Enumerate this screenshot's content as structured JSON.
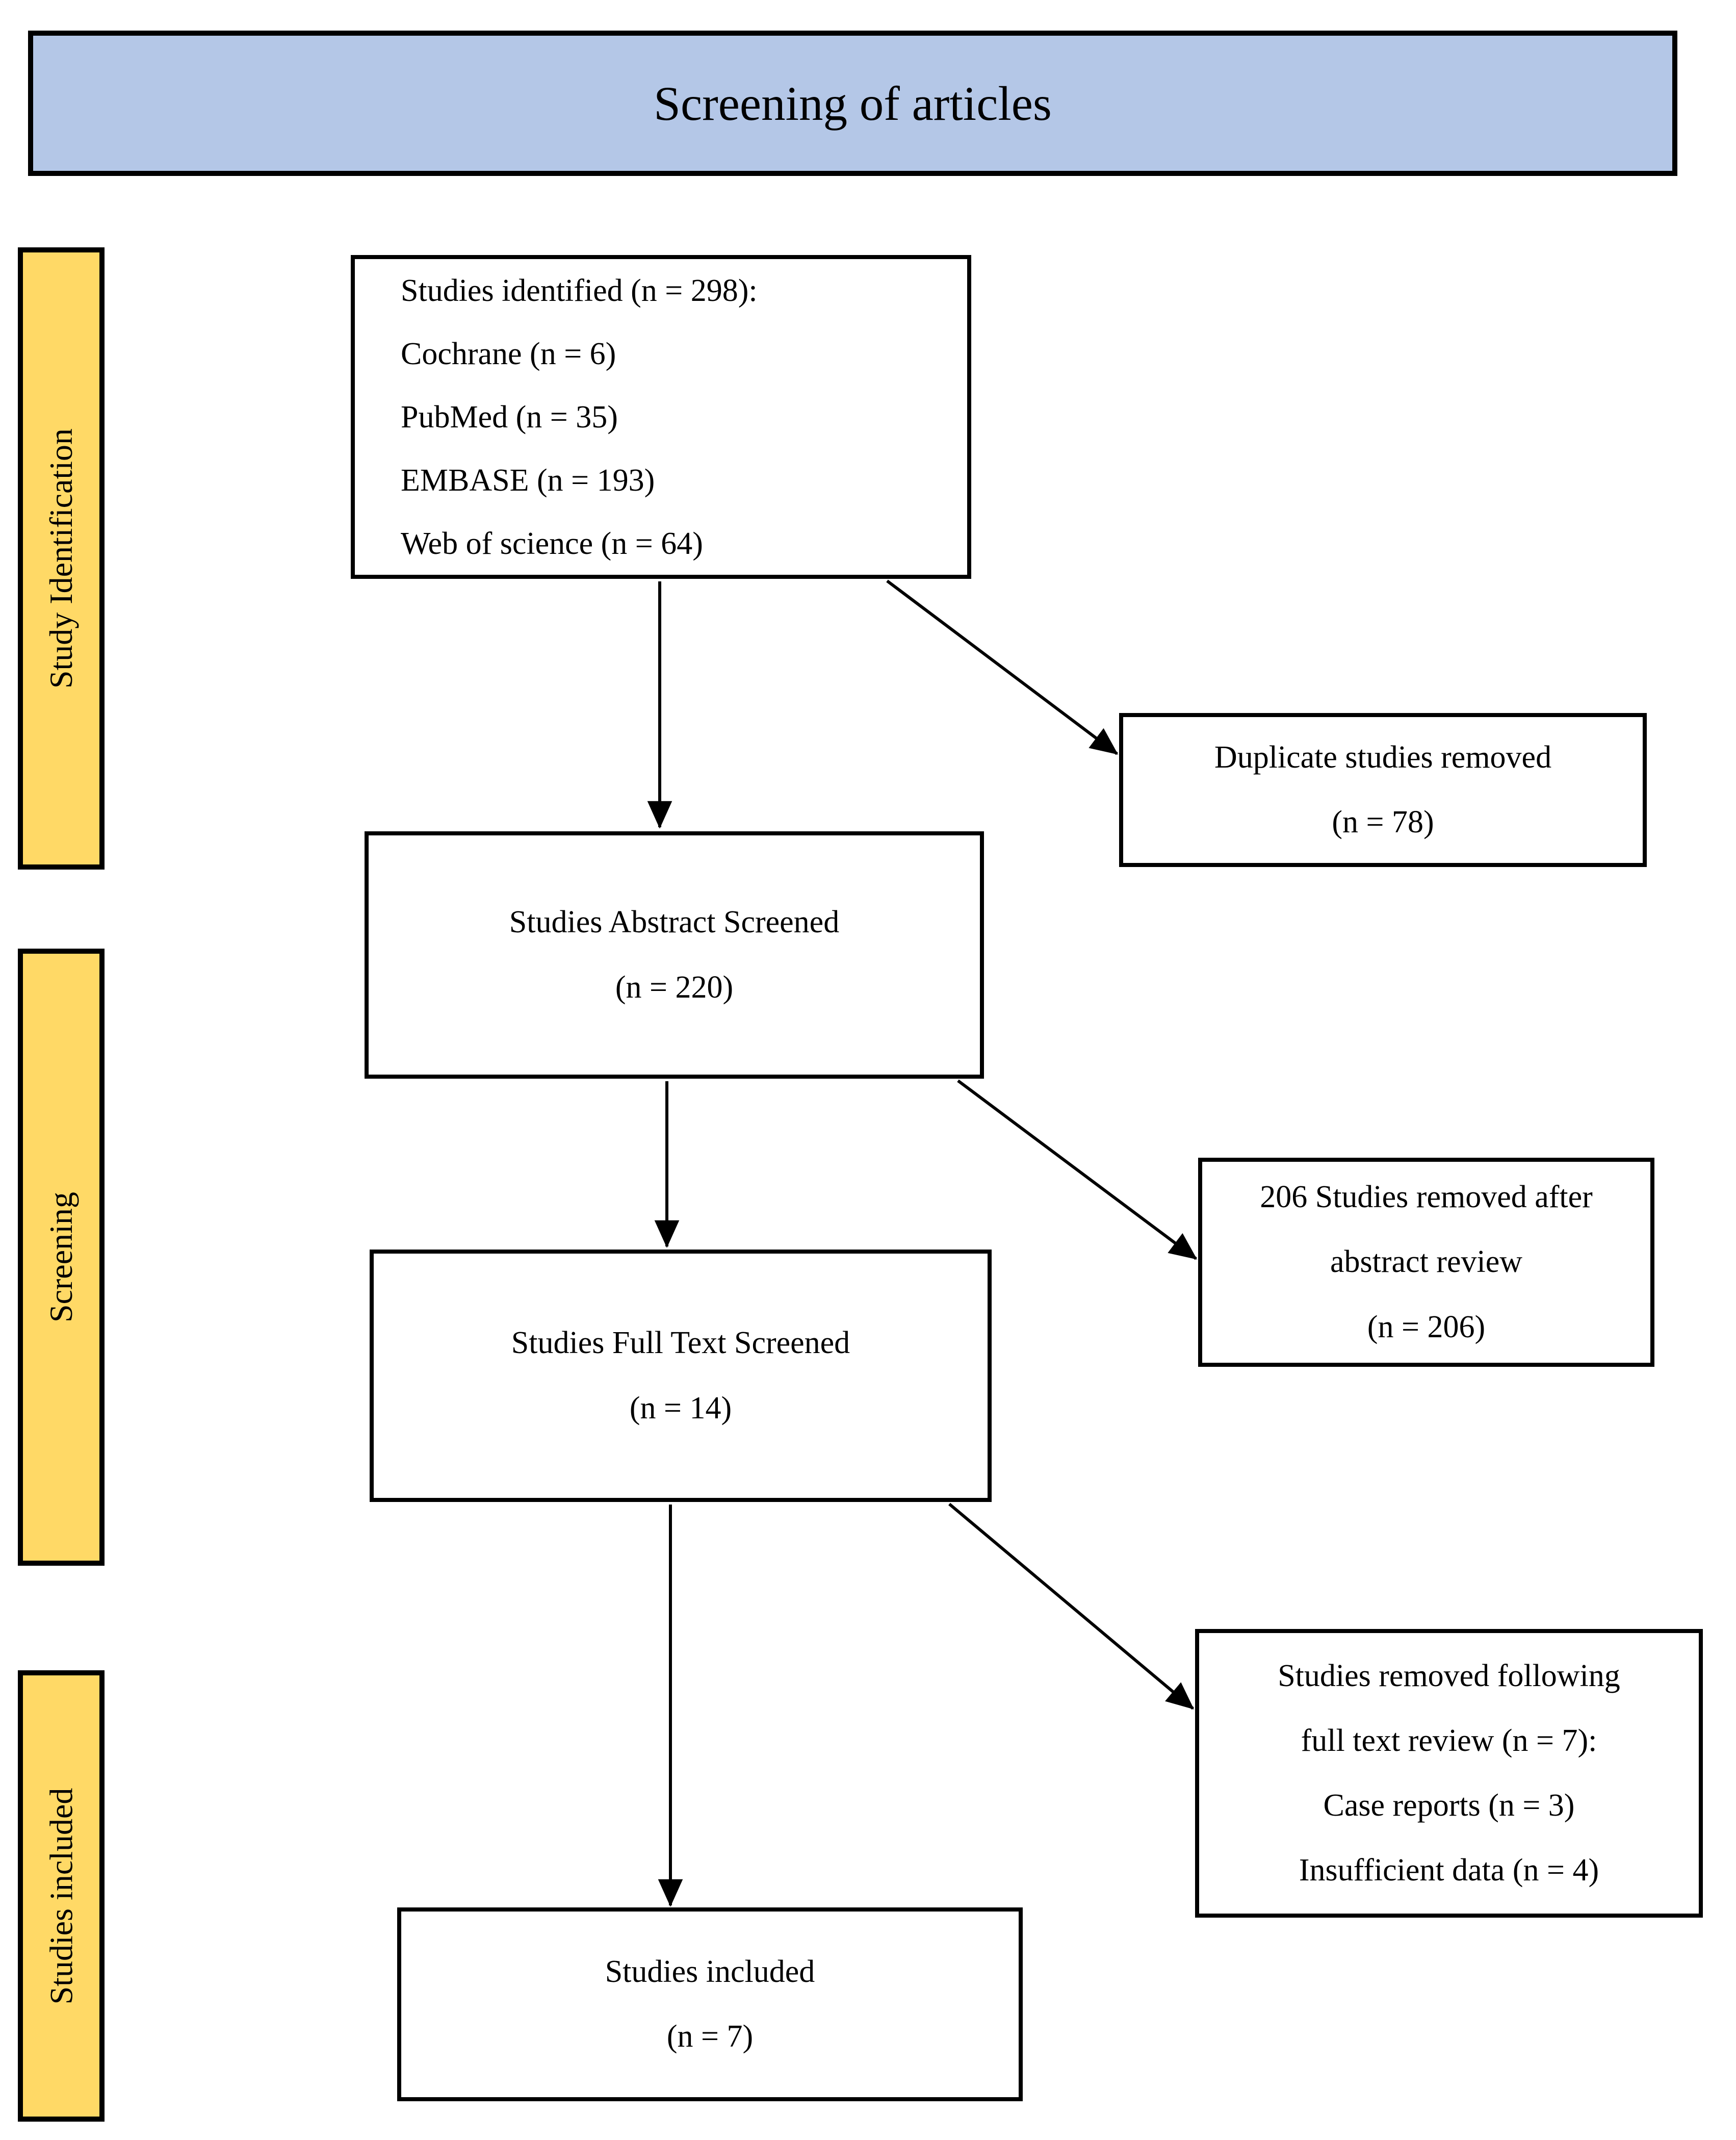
{
  "header": {
    "title": "Screening of articles"
  },
  "colors": {
    "banner_fill": "#b4c7e7",
    "sidebar_fill": "#ffd966",
    "box_fill": "#ffffff",
    "border": "#000000",
    "background": "#ffffff"
  },
  "sidebar": {
    "items": [
      {
        "label": "Study Identification"
      },
      {
        "label": "Screening"
      },
      {
        "label": "Studies included"
      }
    ]
  },
  "flow": {
    "identified": {
      "lines": [
        "Studies identified (n = 298):",
        "Cochrane (n = 6)",
        "PubMed (n = 35)",
        "EMBASE (n = 193)",
        "Web of science (n = 64)"
      ]
    },
    "duplicates_removed": {
      "lines": [
        "Duplicate studies removed",
        "(n = 78)"
      ]
    },
    "abstract_screened": {
      "lines": [
        "Studies Abstract Screened",
        "(n = 220)"
      ]
    },
    "abstract_removed": {
      "lines": [
        "206 Studies removed after",
        "abstract review",
        "(n = 206)"
      ]
    },
    "fulltext_screened": {
      "lines": [
        "Studies Full Text Screened",
        "(n = 14)"
      ]
    },
    "fulltext_removed": {
      "lines": [
        "Studies removed following",
        "full text review (n = 7):",
        "Case reports (n = 3)",
        "Insufficient data (n = 4)"
      ]
    },
    "included": {
      "lines": [
        "Studies included",
        "(n = 7)"
      ]
    }
  },
  "connections": [
    {
      "from": "studies-identified",
      "to": "abstract-screened"
    },
    {
      "from": "studies-identified",
      "to": "duplicates-removed"
    },
    {
      "from": "abstract-screened",
      "to": "fulltext-screened"
    },
    {
      "from": "abstract-screened",
      "to": "abstract-removed"
    },
    {
      "from": "fulltext-screened",
      "to": "studies-included"
    },
    {
      "from": "fulltext-screened",
      "to": "fulltext-removed"
    }
  ]
}
